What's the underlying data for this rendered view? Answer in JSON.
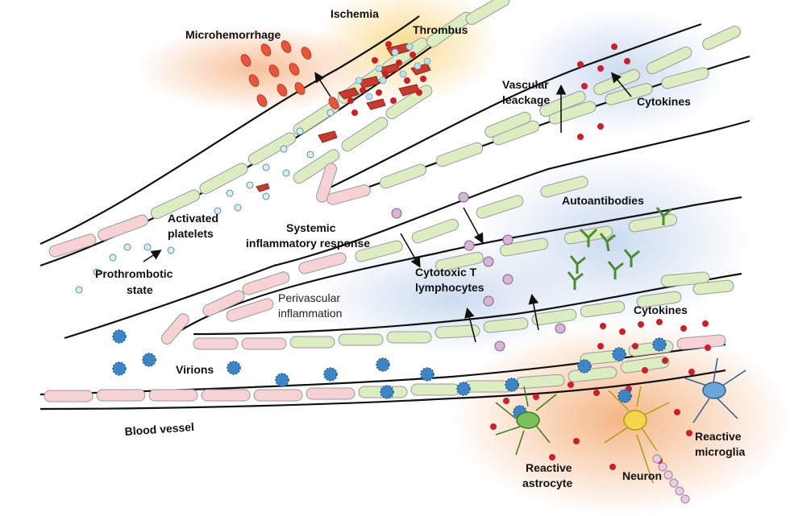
{
  "labels": {
    "ischemia": "Ischemia",
    "thrombus": "Thrombus",
    "microhemorrhage": "Microhemorrhage",
    "vascular_leakage_1": "Vascular",
    "vascular_leakage_2": "leackage",
    "cytokines_top": "Cytokines",
    "activated_platelets_1": "Activated",
    "activated_platelets_2": "platelets",
    "systemic_1": "Systemic",
    "systemic_2": "inflammatory response",
    "autoantibodies": "Autoantibodies",
    "prothrombotic_1": "Prothrombotic",
    "prothrombotic_2": "state",
    "cytotoxic_1": "Cytotoxic T",
    "cytotoxic_2": "lymphocytes",
    "perivascular_1": "Perivascular",
    "perivascular_2": "inflammation",
    "cytokines_bottom": "Cytokines",
    "virions": "Virions",
    "blood_vessel": "Blood vessel",
    "reactive_microglia_1": "Reactive",
    "reactive_microglia_2": "microglia",
    "reactive_astrocyte_1": "Reactive",
    "reactive_astrocyte_2": "astrocyte",
    "neuron": "Neuron"
  },
  "colors": {
    "ischemia_glow": "#f9d98a",
    "hemorrhage_glow": "#f7b98e",
    "inflammation_glow": "#c8d9ee",
    "brain_glow": "#f4b27e",
    "endothelial_green": "#dcedc2",
    "endothelial_pink": "#f6d2d4",
    "red_blood_cell": "#e8543c",
    "cytokine": "#cc1f2a",
    "platelet": "#bfe3ee",
    "virion": "#3d86c6",
    "lymphocyte": "#c49ac4",
    "antibody": "#5a9a3c",
    "astrocyte": "#7cc05a",
    "neuron": "#f3d64a",
    "microglia": "#6aa7d8"
  }
}
